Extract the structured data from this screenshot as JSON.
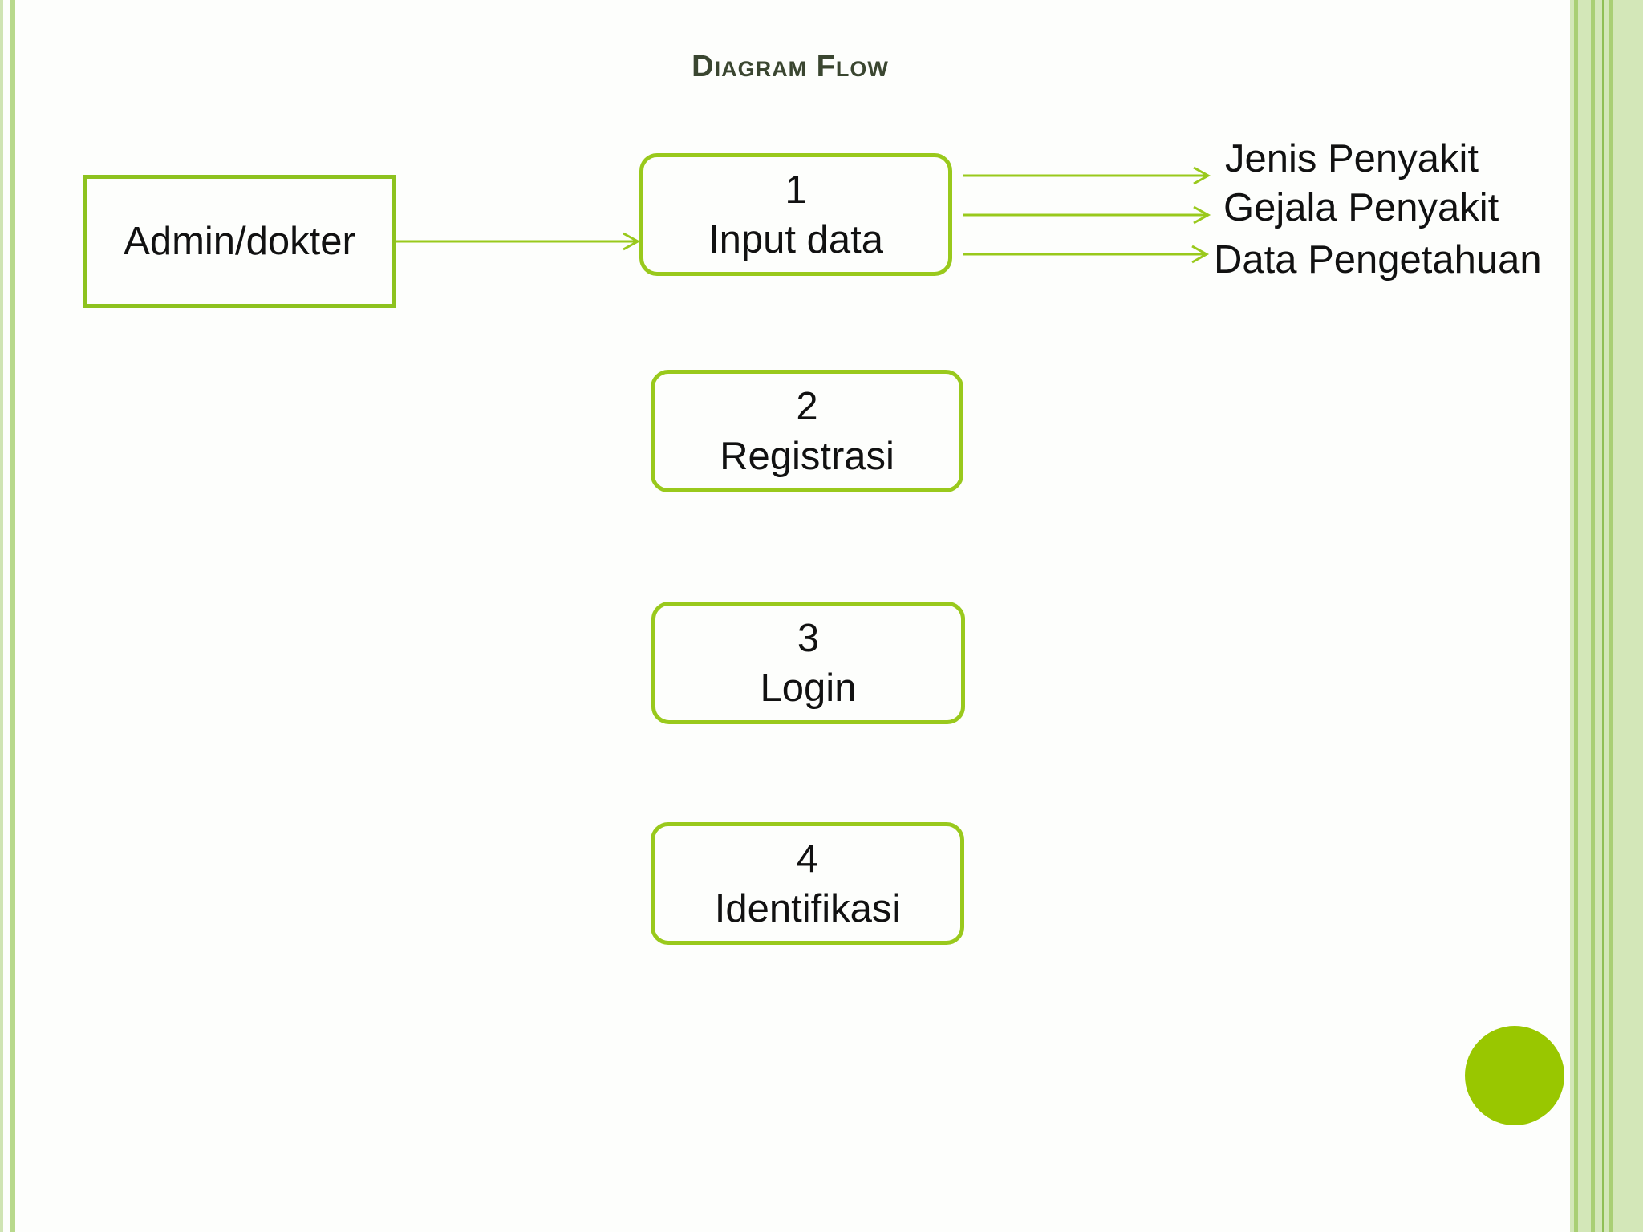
{
  "title": "Diagram Flow",
  "actor": {
    "label": "Admin/dokter"
  },
  "processes": [
    {
      "number": "1",
      "label": "Input data"
    },
    {
      "number": "2",
      "label": "Registrasi"
    },
    {
      "number": "3",
      "label": "Login"
    },
    {
      "number": "4",
      "label": "Identifikasi"
    }
  ],
  "outputs": [
    "Jenis Penyakit",
    "Gejala Penyakit",
    "Data Pengetahuan"
  ],
  "colors": {
    "accent": "#99c91c",
    "frame_light": "#c8e0a8",
    "frame_mid": "#9fc96a",
    "dot": "#99c700",
    "title": "#3a4630"
  }
}
